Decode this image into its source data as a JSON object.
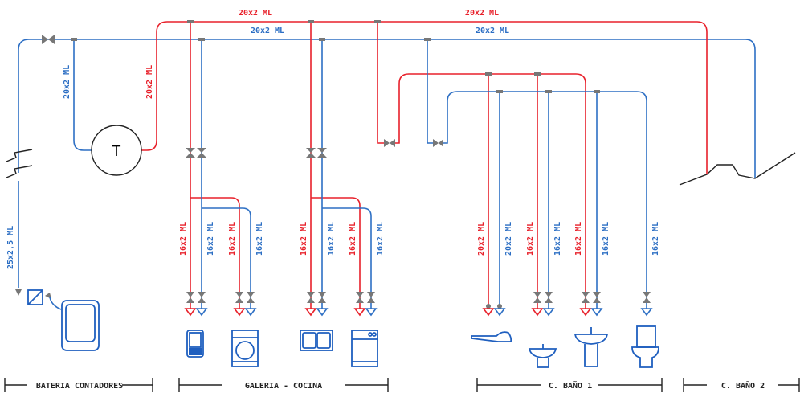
{
  "colors": {
    "hot": "#e8212b",
    "cold": "#2d6fc4",
    "valve": "#777777",
    "fixture": "#1f5fbf"
  },
  "main": {
    "hot_label": "20x2 ML",
    "hot_label_2": "20x2 ML",
    "cold_label": "20x2 ML",
    "cold_label_2": "20x2 ML",
    "meter_riser_label": "25x2,5 ML",
    "heater_cold_label": "20x2 ML",
    "heater_hot_label": "20x2 ML",
    "heater_symbol": "T"
  },
  "galeria": {
    "labels": [
      "16x2 ML",
      "16x2 ML",
      "16x2 ML",
      "16x2 ML",
      "16x2 ML",
      "16x2 ML",
      "16x2 ML",
      "16x2 ML"
    ]
  },
  "bano1": {
    "labels": [
      "20x2 ML",
      "20x2 ML",
      "16x2 ML",
      "16x2 ML",
      "16x2 ML",
      "16x2 ML",
      "16x2 ML"
    ]
  },
  "sections": [
    "BATERIA CONTADORES",
    "GALERIA - COCINA",
    "C. BAÑO 1",
    "C. BAÑO 2"
  ],
  "icons": [
    "water-meter-icon",
    "water-heater-icon",
    "valve-icon",
    "sink-icon",
    "washing-machine-icon",
    "double-sink-icon",
    "dishwasher-icon",
    "shower-icon",
    "washbasin-icon",
    "pedestal-basin-icon",
    "toilet-icon"
  ]
}
